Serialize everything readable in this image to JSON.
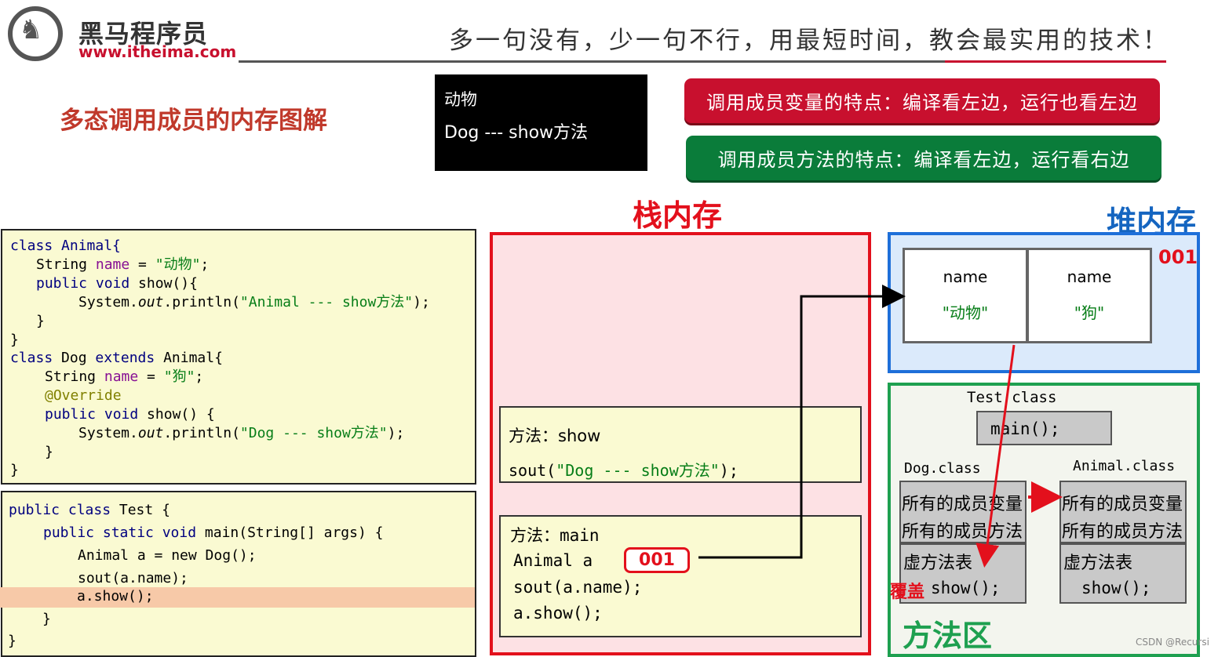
{
  "header": {
    "logo_cn": "黑马程序员",
    "logo_url": "www.itheima.com",
    "slogan": "多一句没有，少一句不行，用最短时间，教会最实用的技术！"
  },
  "page_title": "多态调用成员的内存图解",
  "output_box": {
    "line1": "动物",
    "line2": "Dog --- show方法"
  },
  "notes": {
    "member_variable": "调用成员变量的特点：编译看左边，运行也看左边",
    "member_method": "调用成员方法的特点：编译看左边，运行看右边"
  },
  "code_classes": {
    "l1a": "class Animal{",
    "l2a": "String ",
    "l2b": "name",
    "l2c": " = ",
    "l2d": "\"动物\"",
    "l2e": ";",
    "l3a": "public void",
    "l3b": " show(){",
    "l4a": "System.",
    "l4b": "out",
    "l4c": ".println(",
    "l4d": "\"Animal --- show方法\"",
    "l4e": ");",
    "l5": "}",
    "l6": "}",
    "l7a": "class",
    "l7b": " Dog ",
    "l7c": "extends",
    "l7d": " Animal{",
    "l8a": "String ",
    "l8b": "name",
    "l8c": " = ",
    "l8d": "\"狗\"",
    "l8e": ";",
    "l9": "@Override",
    "l10a": "public void",
    "l10b": " show() {",
    "l11a": "System.",
    "l11b": "out",
    "l11c": ".println(",
    "l11d": "\"Dog --- show方法\"",
    "l11e": ");",
    "l12": "}",
    "l13": "}"
  },
  "code_test": {
    "l1a": "public class",
    "l1b": " Test {",
    "l2a": "public static void",
    "l2b": " main(String[] args) {",
    "l3": "Animal a = new Dog();",
    "l4": "sout(a.name);",
    "l5": "a.show();",
    "l6": "}",
    "l7": "}"
  },
  "stack": {
    "title": "栈内存",
    "frame_show": {
      "title": "方法：show",
      "code_a": "sout(",
      "code_b": "\"Dog --- show方法\"",
      "code_c": ");"
    },
    "frame_main": {
      "title": "方法：main",
      "line1": "Animal a",
      "ref": "001",
      "line2": "sout(a.name);",
      "line3": "a.show();"
    }
  },
  "heap": {
    "title": "堆内存",
    "address": "001",
    "cells": [
      {
        "field": "name",
        "value": "\"动物\""
      },
      {
        "field": "name",
        "value": "\"狗\""
      }
    ]
  },
  "method_area": {
    "title": "方法区",
    "test_class": "Test class",
    "main_method": "main();",
    "dog_class": {
      "name": "Dog.class",
      "members_var": "所有的成员变量",
      "members_method": "所有的成员方法",
      "vtable": "虚方法表",
      "method": "show();",
      "override_label": "覆盖"
    },
    "animal_class": {
      "name": "Animal.class",
      "members_var": "所有的成员变量",
      "members_method": "所有的成员方法",
      "vtable": "虚方法表",
      "method": "show();"
    }
  },
  "watermark": "CSDN @Recursi",
  "colors": {
    "red": "#e3101c",
    "blue": "#1e6fd9",
    "green": "#1ea050",
    "code_bg": "#fafad2"
  }
}
